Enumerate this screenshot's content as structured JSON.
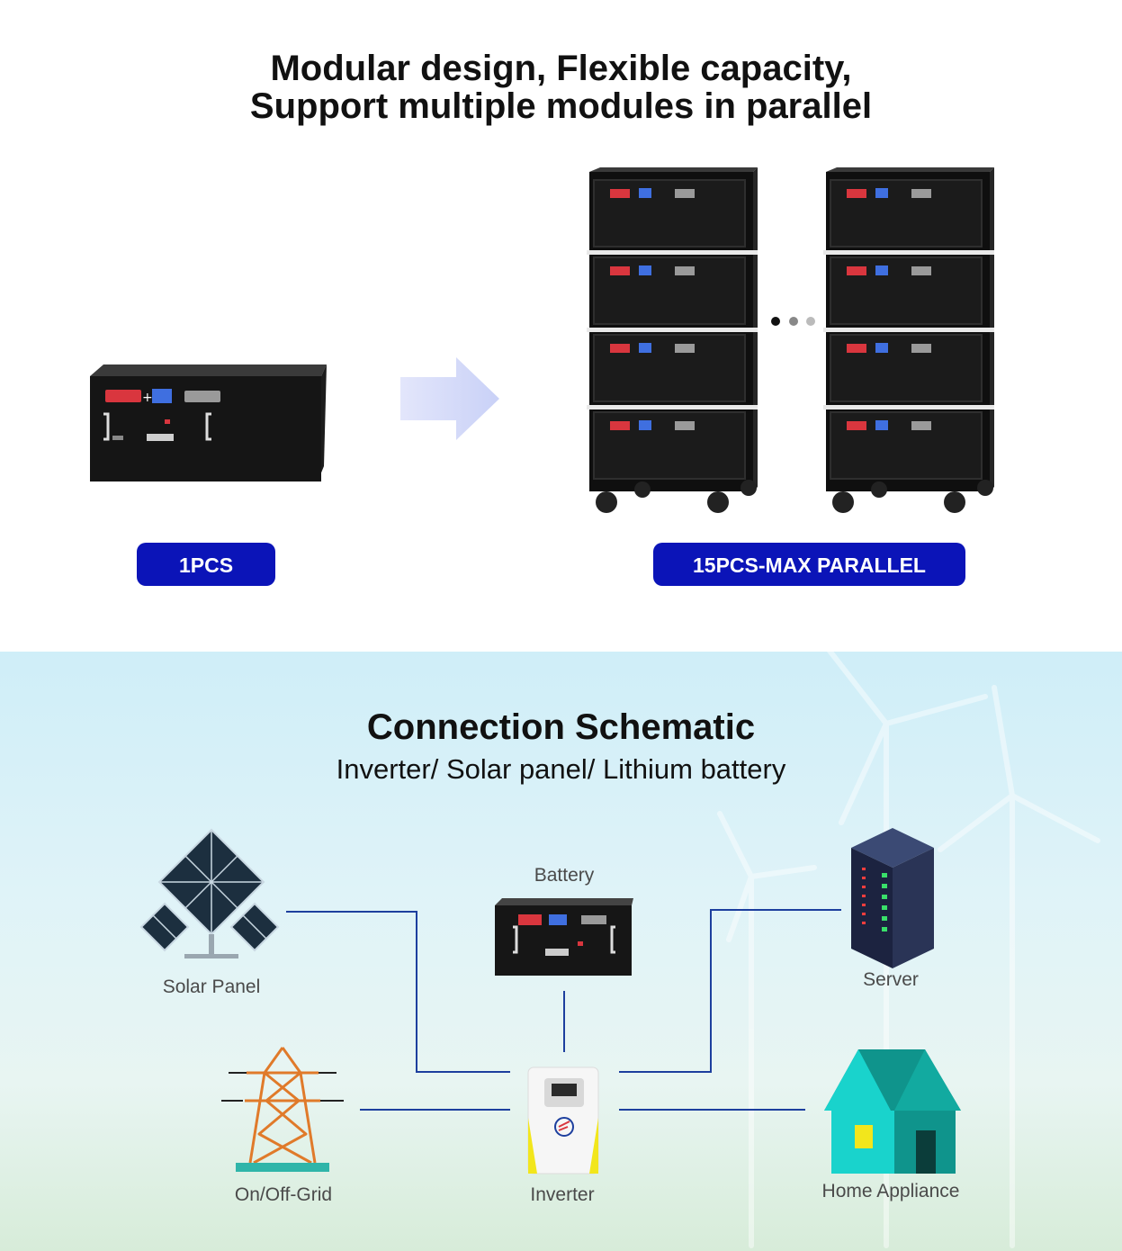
{
  "header": {
    "line1": "Modular design, Flexible capacity,",
    "line2": "Support multiple modules in parallel"
  },
  "single_unit": {
    "badge": "1PCS"
  },
  "parallel_units": {
    "badge": "15PCS-MAX PARALLEL"
  },
  "schematic": {
    "title": "Connection Schematic",
    "subtitle": "Inverter/ Solar panel/ Lithium battery",
    "nodes": {
      "battery": "Battery",
      "solar_panel": "Solar Panel",
      "server": "Server",
      "grid": "On/Off-Grid",
      "inverter": "Inverter",
      "home": "Home Appliance"
    }
  },
  "colors": {
    "badge_blue": "#0b14b8",
    "line_blue": "#1d3f9e",
    "tower_orange": "#e07a2a",
    "house_teal": "#19d3cc"
  }
}
